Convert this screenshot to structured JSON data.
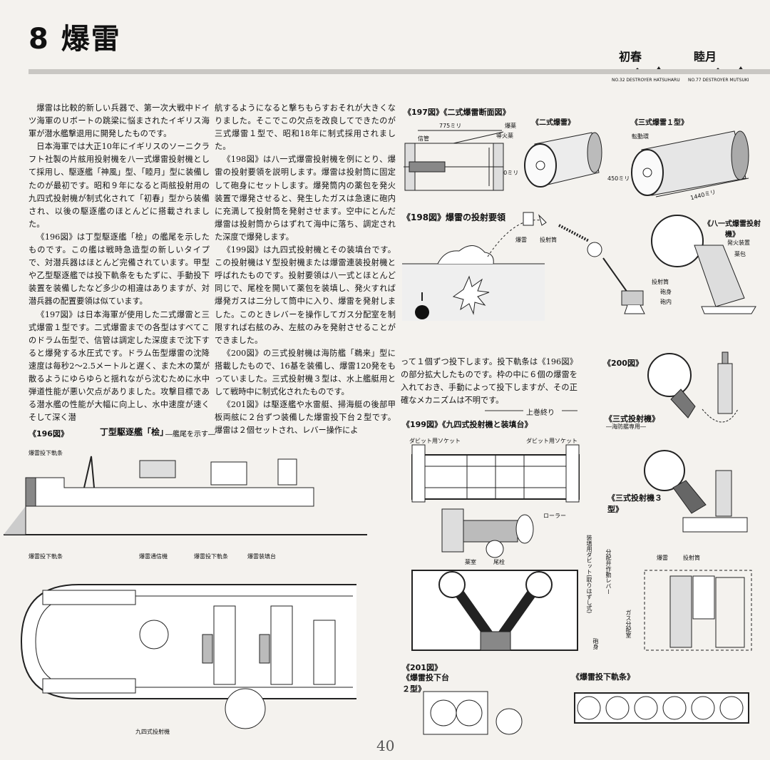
{
  "header": {
    "title": "8 爆雷",
    "ships": [
      {
        "name": "初春",
        "caption": "NO.32 DESTROYER HATSUHARU"
      },
      {
        "name": "睦月",
        "caption": "NO.77 DESTROYER MUTSUKI"
      }
    ]
  },
  "body_text": {
    "col1": [
      "爆雷は比較的新しい兵器で、第一次大戦中ドイツ海軍のＵボートの跳梁に悩まされたイギリス海軍が潜水艦撃退用に開発したものです。",
      "日本海軍では大正10年にイギリスのソーニクラフト社製の片舷用投射機を八一式爆雷投射機として採用し、駆逐艦「神風」型、「睦月」型に装備したのが最初です。昭和９年になると両舷投射用の九四式投射機が制式化されて「初春」型から装備され、以後の駆逐艦のほとんどに搭載されました。",
      "《196図》は丁型駆逐艦「桧」の艦尾を示したものです。この艦は戦時急造型の新しいタイプで、対潜兵器はほとんど完備されています。甲型や乙型駆逐艦では投下軌条をもたずに、手動投下装置を装備したなど多少の相違はありますが、対潜兵器の配置要領は似ています。",
      "《197図》は日本海軍が使用した二式爆雷と三式爆雷１型です。二式爆雷までの各型はすべてこのドラム缶型で、信管は調定した深度まで沈下すると爆発する水圧式です。ドラム缶型爆雷の沈降速度は毎秒2～2.5メートルと遅く、また木の葉が散るようにゆらゆらと揺れながら沈むために水中弾道性能が悪い欠点がありました。攻撃目標である潜水艦の性能が大幅に向上し、水中速度が速くそして深く潜"
    ],
    "col2": [
      "航するようになると撃ちもらすおそれが大きくなりました。そこでこの欠点を改良してできたのが三式爆雷１型で、昭和18年に制式採用されました。",
      "《198図》は八一式爆雷投射機を例にとり、爆雷の投射要領を説明します。爆雷は投射筒に固定して砲身にセットします。爆発筒内の薬包を発火装置で爆発させると、発生したガスは急速に砲内に充満して投射筒を発射させます。空中にとんだ爆雷は投射筒からはずれて海中に落ち、調定された深度で爆発します。",
      "《199図》は九四式投射機とその装填台です。この投射機はＹ型投射機または爆雷連装投射機と呼ばれたものです。投射要領は八一式とほとんど同じで、尾栓を開いて薬包を装填し、発火すれば爆発ガスは二分して筒中に入り、爆雷を発射しました。このときレバーを操作してガス分配室を制限すれば右舷のみ、左舷のみを発射させることができました。",
      "《200図》の三式投射機は海防艦「鵜来」型に搭載したもので、16基を装備し、爆雷120発をもっていました。三式投射機３型は、水上艦艇用として戦時中に制式化されたものです。",
      "《201図》は駆逐艦や水雷艇、掃海艇の後部甲板両舷に２台ずつ装備した爆雷投下台２型です。爆雷は２個セットされ、レバー操作によ"
    ],
    "col3": "って１個ずつ投下します。投下軌条は《196図》の部分拡大したものです。枠の中に６個の爆雷を入れておき、手動によって投下しますが、その正確なメカニズムは不明です。",
    "end_note": "上巻終り"
  },
  "figures": {
    "f197": {
      "title": "《197図》《二式爆雷断面図》",
      "sub1": "《二式爆雷》",
      "sub2": "《三式爆雷１型》",
      "dim_len": "775ミリ",
      "dim_dia": "450ミリ",
      "lbl_fuze": "信管",
      "lbl_charge": "爆薬",
      "lbl_booster": "導火薬",
      "lbl_roll": "転動環",
      "dim3_dia": "450ミリ",
      "dim3_len": "1440ミリ"
    },
    "f198": {
      "title": "《198図》爆雷の投射要領",
      "lbl_charge": "爆雷",
      "lbl_arbor": "投射筒",
      "sub": "《八一式爆雷投射機》",
      "lbl_igniter": "発火装置",
      "lbl_propellant": "薬包",
      "lbl_mine": "爆雷",
      "lbl_tube": "投射筒",
      "lbl_barrel": "砲身",
      "lbl_bore": "砲内"
    },
    "f196": {
      "title": "《196図》",
      "caption": "丁型駆逐艦「桧」",
      "caption2": "―艦尾を示す―",
      "lbl_rail_side": "爆雷投下軌条",
      "lbl_rail": "爆雷投下軌条",
      "lbl_comm": "爆雷通信機",
      "lbl_rail2": "爆雷投下軌条",
      "lbl_loader": "爆雷装填台",
      "lbl_launcher": "九四式投射機"
    },
    "f199": {
      "title": "《199図》《九四式投射機と装填台》",
      "lbl_socket_l": "ダビット用ソケット",
      "lbl_socket_r": "ダビット用ソケット",
      "lbl_roller": "ローラー",
      "lbl_chamber": "薬室",
      "lbl_breech": "尾栓",
      "lbl_davit": "装填用ダビット(取りはずし式)",
      "lbl_barrel": "砲身",
      "lbl_lever": "分配弁作動レバー",
      "lbl_gas": "ガス分配室",
      "lbl_mine": "爆雷",
      "lbl_arbor": "投射筒"
    },
    "f200": {
      "title": "《200図》",
      "sub": "《三式投射機》",
      "sub2": "―海防艦専用―",
      "sub3": "《三式投射機３型》"
    },
    "f201": {
      "title": "《201図》",
      "sub": "《爆雷投下台２型》",
      "rail_title": "《爆雷投下軌条》"
    }
  },
  "page_number": "40"
}
